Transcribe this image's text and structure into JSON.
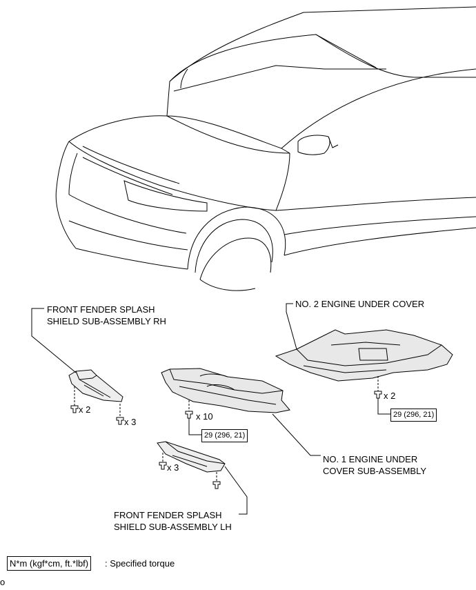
{
  "labels": {
    "splash_rh": "FRONT FENDER SPLASH\nSHIELD SUB-ASSEMBLY RH",
    "no2_cover": "NO. 2 ENGINE UNDER COVER",
    "no1_cover": "NO. 1 ENGINE UNDER\nCOVER SUB-ASSEMBLY",
    "splash_lh": "FRONT FENDER SPLASH\nSHIELD SUB-ASSEMBLY LH"
  },
  "torque": {
    "no2_cover": "29 (296, 21)",
    "no1_cover": "29 (296, 21)"
  },
  "counts": {
    "rh_upper": "x 2",
    "rh_lower": "x 3",
    "no1": "x 10",
    "no2": "x 2",
    "lh": "x 3"
  },
  "legend": {
    "unit_box": "N*m (kgf*cm, ft.*lbf)",
    "description": ": Specified torque"
  },
  "corner_mark": "o"
}
